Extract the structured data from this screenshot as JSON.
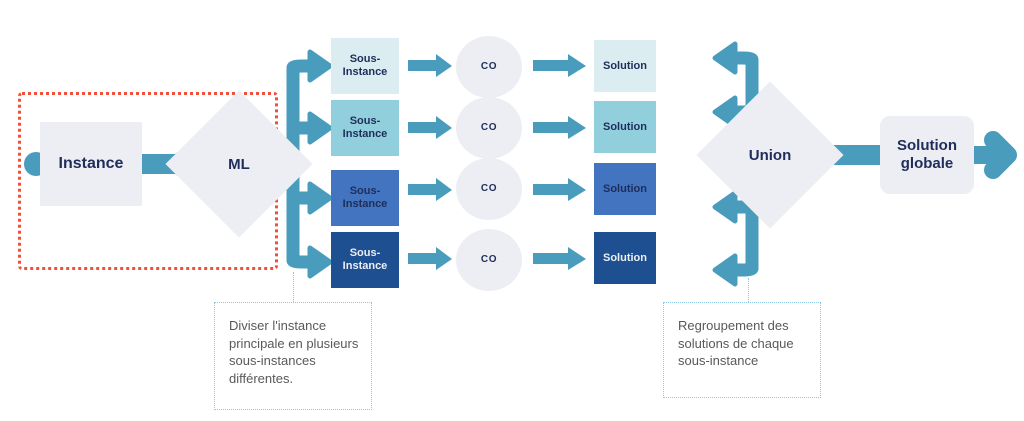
{
  "diagram": {
    "title": "Decomposition-and-union optimization pipeline",
    "colors": {
      "teal": "#4a9cbd",
      "navy_text": "#1f2d5a",
      "grey_node": "#eceef3",
      "red_dotted": "#f0503a",
      "blue_dotted": "#8ec6e6",
      "note_text": "#58595b",
      "shade_1": "#dcedf2",
      "shade_2": "#92cfdd",
      "shade_3": "#4274c0",
      "shade_4": "#1e4f90"
    },
    "input": {
      "instance_label": "Instance",
      "ml_label": "ML"
    },
    "rows": [
      {
        "sub_instance_label": "Sous-Instance",
        "co_label": "CO",
        "solution_label": "Solution",
        "color": "#dcedf2",
        "text_color": "#1f2d5a"
      },
      {
        "sub_instance_label": "Sous-Instance",
        "co_label": "CO",
        "solution_label": "Solution",
        "color": "#92cfdd",
        "text_color": "#1f2d5a"
      },
      {
        "sub_instance_label": "Sous-Instance",
        "co_label": "CO",
        "solution_label": "Solution",
        "color": "#4274c0",
        "text_color": "#1f2d5a"
      },
      {
        "sub_instance_label": "Sous-Instance",
        "co_label": "CO",
        "solution_label": "Solution",
        "color": "#1e4f90",
        "text_color": "#eceef3"
      }
    ],
    "output": {
      "union_label": "Union",
      "global_solution_label": "Solution globale"
    },
    "notes": {
      "split": "Diviser l'instance principale en plusieurs sous-instances différentes.",
      "merge": "Regroupement des solutions de chaque sous-instance"
    }
  }
}
